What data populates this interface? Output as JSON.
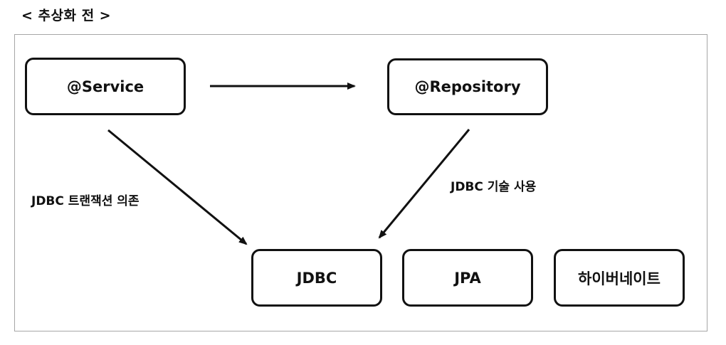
{
  "heading": "< 추상화 전 >",
  "nodes": {
    "service": "@Service",
    "repository": "@Repository",
    "jdbc": "JDBC",
    "jpa": "JPA",
    "hibernate": "하이버네이트"
  },
  "edge_labels": {
    "service_to_jdbc": "JDBC 트랜잭션 의존",
    "repository_to_jdbc": "JDBC 기술 사용"
  },
  "colors": {
    "stroke": "#111111",
    "frame_border": "#a6a6a6",
    "background": "#ffffff"
  }
}
